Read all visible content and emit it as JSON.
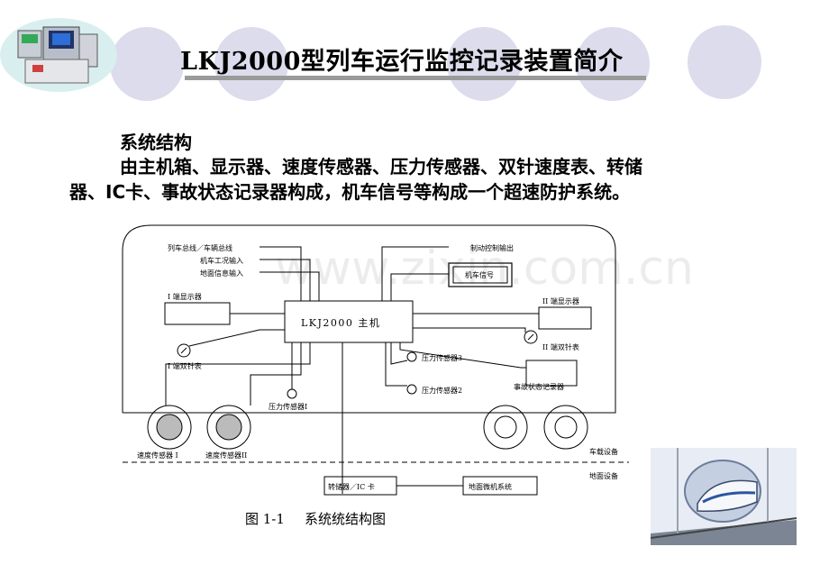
{
  "title": "LKJ2000型列车运行监控记录装置简介",
  "section_heading": "系统结构",
  "body_line1": "由主机箱、显示器、速度传感器、压力传感器、双针速度表、转储",
  "body_line2": "器、IC卡、事故状态记录器构成，机车信号等构成一个超速防护系统。",
  "diagram": {
    "label_train_bus": "列车总线／车辆总线",
    "label_loco_input": "机车工况输入",
    "label_ground_input": "地面信息输入",
    "label_brake_out": "制动控制输出",
    "label_cab_signal": "机车信号",
    "label_display1": "I 端显示器",
    "label_display2": "II 端显示器",
    "label_host": "LKJ2000 主机",
    "label_gauge1": "I 端双针表",
    "label_gauge2": "II 端双针表",
    "label_pressure1": "压力传感器I",
    "label_pressure2": "压力传感器2",
    "label_pressure3": "压力传感器3",
    "label_event_rec": "事故状态记录器",
    "label_speed1": "速度传感器 I",
    "label_speed2": "速度传感器II",
    "label_onboard": "车载设备",
    "label_ground": "地面设备",
    "label_dump": "转储器／IC 卡",
    "label_ground_pc": "地面微机系统"
  },
  "caption_num": "图 1-1",
  "caption_text": "系统统结构图",
  "watermark": "www.zixin.com.cn",
  "colors": {
    "deco": "#dcdcec",
    "title_bar": "#9a9a9a"
  }
}
